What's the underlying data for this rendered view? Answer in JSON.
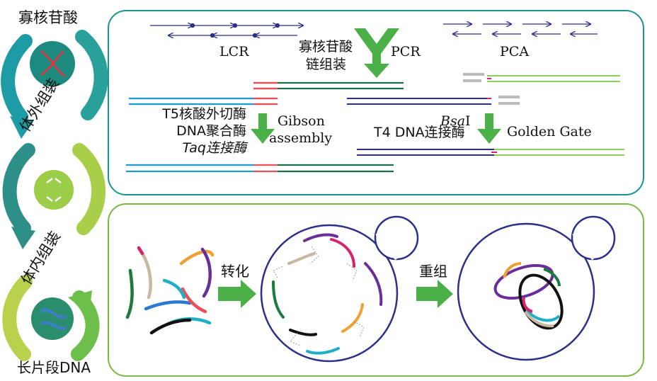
{
  "left": {
    "top_label": "寡核苷酸",
    "invitro_label": "体外组装",
    "invivo_label": "体内组装",
    "bottom_label": "长片段DNA"
  },
  "top_panel": {
    "lcr": "LCR",
    "center_line1": "寡核苷酸",
    "center_line2": "链组装",
    "pcr": "PCR",
    "pca": "PCA",
    "gibson_enzymes": [
      "T5核酸外切酶",
      "DNA聚合酶",
      "Taq连接酶"
    ],
    "gibson_line1": "Gibson",
    "gibson_line2": "assembly",
    "golden_enzyme_a": "Bsa",
    "golden_enzyme_a_suffix": "I",
    "golden_enzyme_b": "T4 DNA连接酶",
    "golden": "Golden Gate"
  },
  "bottom_panel": {
    "transform": "转化",
    "recombine": "重组"
  },
  "colors": {
    "teal": "#19958f",
    "green_border": "#7cb842",
    "arrow_green": "#4cb048",
    "navy": "#2a2f8a",
    "cyan": "#1f9ad6",
    "red": "#e8505a",
    "dark_green": "#1b6e4a",
    "light_green": "#8ccf5a",
    "magenta": "#d6246e"
  }
}
